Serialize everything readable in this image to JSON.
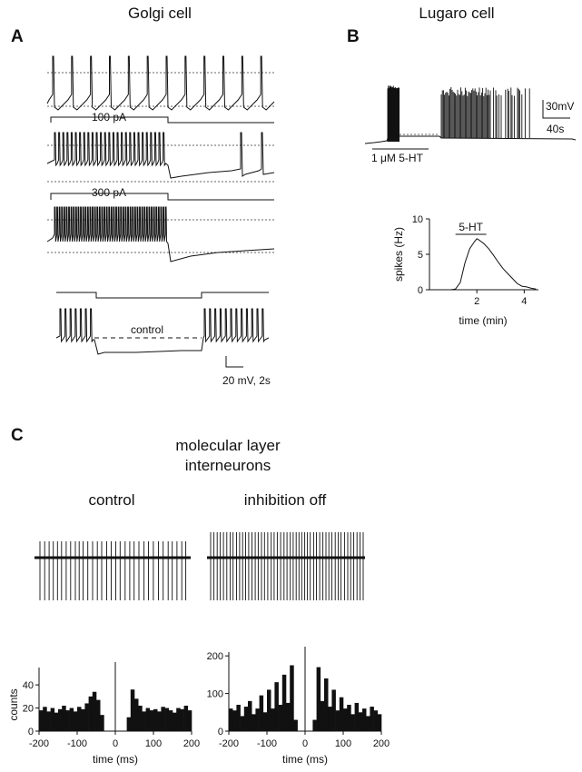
{
  "panels": {
    "a": {
      "letter": "A",
      "title": "Golgi cell",
      "stim1": "100 pA",
      "stim2": "300 pA",
      "control": "control",
      "scale": "20 mV, 2s"
    },
    "b": {
      "letter": "B",
      "title": "Lugaro cell",
      "drug": "1 μM 5-HT",
      "scale_v": "30mV",
      "scale_t": "40s"
    },
    "c": {
      "letter": "C",
      "title_line1": "molecular layer",
      "title_line2": "interneurons",
      "cond_left": "control",
      "cond_right": "inhibition off"
    }
  },
  "chart_data": [
    {
      "type": "line",
      "id": "lugaro-rate",
      "xlabel": "time (min)",
      "ylabel": "spikes (Hz)",
      "xlim": [
        0,
        4.6
      ],
      "ylim": [
        0,
        10
      ],
      "xticks": [
        2,
        4
      ],
      "yticks": [
        0,
        5,
        10
      ],
      "annotation": "5-HT",
      "annotation_span": [
        1.1,
        2.4
      ],
      "x": [
        0.5,
        0.9,
        1.1,
        1.3,
        1.5,
        1.7,
        1.9,
        2.0,
        2.1,
        2.3,
        2.5,
        2.7,
        2.9,
        3.1,
        3.3,
        3.5,
        3.7,
        3.9,
        4.1,
        4.3,
        4.5
      ],
      "y": [
        0,
        0,
        0.1,
        1.0,
        3.8,
        5.8,
        6.8,
        7.2,
        7.0,
        6.5,
        5.8,
        4.9,
        3.9,
        3.0,
        2.3,
        1.6,
        0.9,
        0.5,
        0.4,
        0.2,
        0.1
      ]
    },
    {
      "type": "bar",
      "id": "ccg-control",
      "xlabel": "time (ms)",
      "ylabel": "counts",
      "xlim": [
        -200,
        200
      ],
      "ylim": [
        0,
        55
      ],
      "xticks": [
        -200,
        -100,
        0,
        100,
        200
      ],
      "yticks": [
        0,
        20,
        40
      ],
      "x": [
        -195,
        -185,
        -175,
        -165,
        -155,
        -145,
        -135,
        -125,
        -115,
        -105,
        -95,
        -85,
        -75,
        -65,
        -55,
        -45,
        -35,
        -25,
        -15,
        -5,
        5,
        15,
        25,
        35,
        45,
        55,
        65,
        75,
        85,
        95,
        105,
        115,
        125,
        135,
        145,
        155,
        165,
        175,
        185,
        195
      ],
      "values": [
        18,
        21,
        17,
        20,
        16,
        19,
        22,
        18,
        20,
        17,
        21,
        19,
        24,
        30,
        34,
        27,
        14,
        0,
        0,
        0,
        0,
        0,
        0,
        12,
        36,
        28,
        22,
        17,
        20,
        18,
        19,
        17,
        21,
        20,
        18,
        16,
        20,
        19,
        22,
        18
      ]
    },
    {
      "type": "bar",
      "id": "ccg-inhibition-off",
      "xlabel": "time (ms)",
      "ylabel": "",
      "xlim": [
        -200,
        200
      ],
      "ylim": [
        0,
        210
      ],
      "xticks": [
        -200,
        -100,
        0,
        100,
        200
      ],
      "yticks": [
        0,
        100,
        200
      ],
      "x": [
        -195,
        -185,
        -175,
        -165,
        -155,
        -145,
        -135,
        -125,
        -115,
        -105,
        -95,
        -85,
        -75,
        -65,
        -55,
        -45,
        -35,
        -25,
        -15,
        -5,
        5,
        15,
        25,
        35,
        45,
        55,
        65,
        75,
        85,
        95,
        105,
        115,
        125,
        135,
        145,
        155,
        165,
        175,
        185,
        195
      ],
      "values": [
        60,
        55,
        70,
        40,
        65,
        80,
        45,
        60,
        95,
        50,
        110,
        60,
        130,
        70,
        150,
        75,
        175,
        30,
        0,
        0,
        0,
        0,
        30,
        170,
        80,
        140,
        65,
        110,
        55,
        90,
        60,
        70,
        45,
        75,
        50,
        60,
        40,
        65,
        55,
        45
      ]
    }
  ]
}
